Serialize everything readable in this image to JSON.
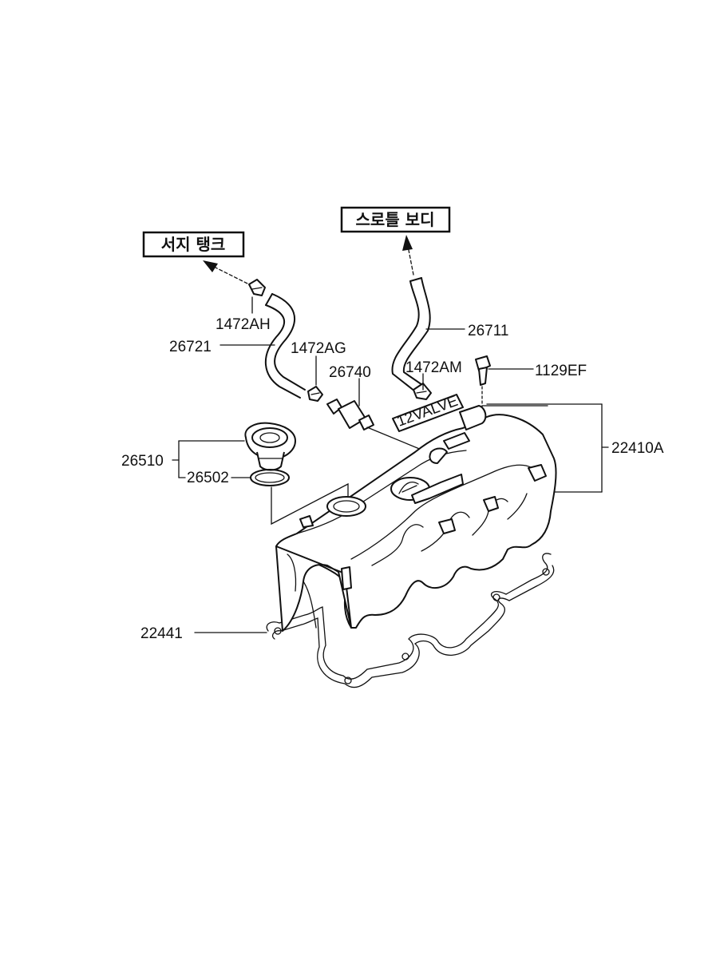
{
  "callouts": {
    "reservoir_tank": "서지 탱크",
    "throttle_body": "스로틀 보디"
  },
  "parts": {
    "p1472AH": "1472AH",
    "p26721": "26721",
    "p1472AG": "1472AG",
    "p26740": "26740",
    "p1472AM": "1472AM",
    "p26711": "26711",
    "p1129EF": "1129EF",
    "p22410A": "22410A",
    "p26510": "26510",
    "p26502": "26502",
    "p22441": "22441"
  },
  "cover_marking": "12VALVE"
}
